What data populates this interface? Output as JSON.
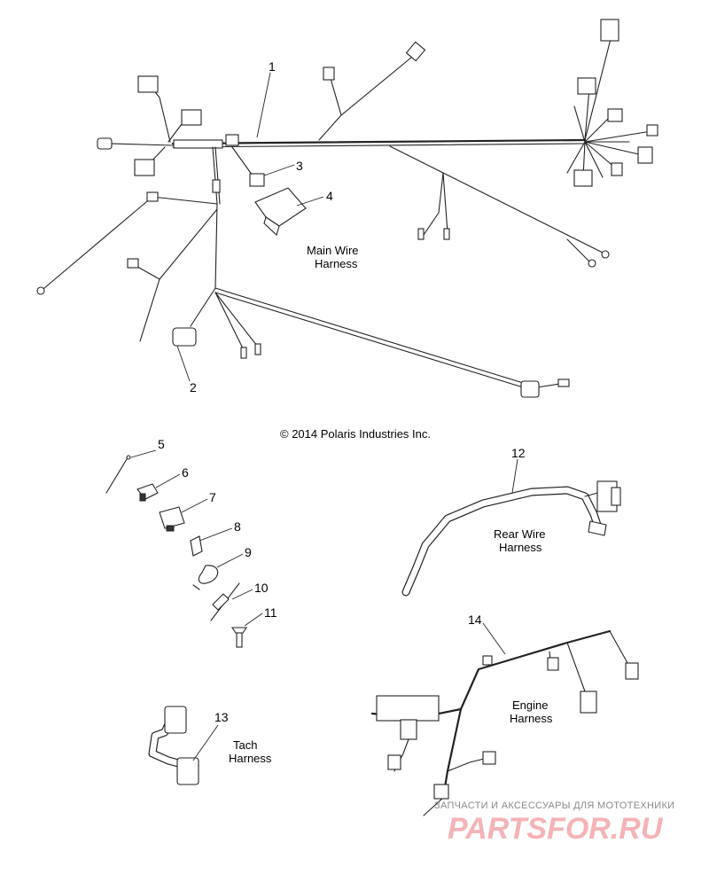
{
  "diagram": {
    "copyright": "© 2014 Polaris Industries Inc.",
    "callouts": [
      "1",
      "2",
      "3",
      "4",
      "5",
      "6",
      "7",
      "8",
      "9",
      "10",
      "11",
      "12",
      "13",
      "14"
    ],
    "labels": {
      "main_line1": "Main Wire",
      "main_line2": "Harness",
      "rear_line1": "Rear Wire",
      "rear_line2": "Harness",
      "engine_line1": "Engine",
      "engine_line2": "Harness",
      "tach_line1": "Tach",
      "tach_line2": "Harness"
    },
    "watermark": {
      "tagline": "ЗАПЧАСТИ И АКСЕССУАРЫ ДЛЯ МОТОТЕХНИКИ",
      "brand": "PARTSFOR.RU"
    }
  }
}
